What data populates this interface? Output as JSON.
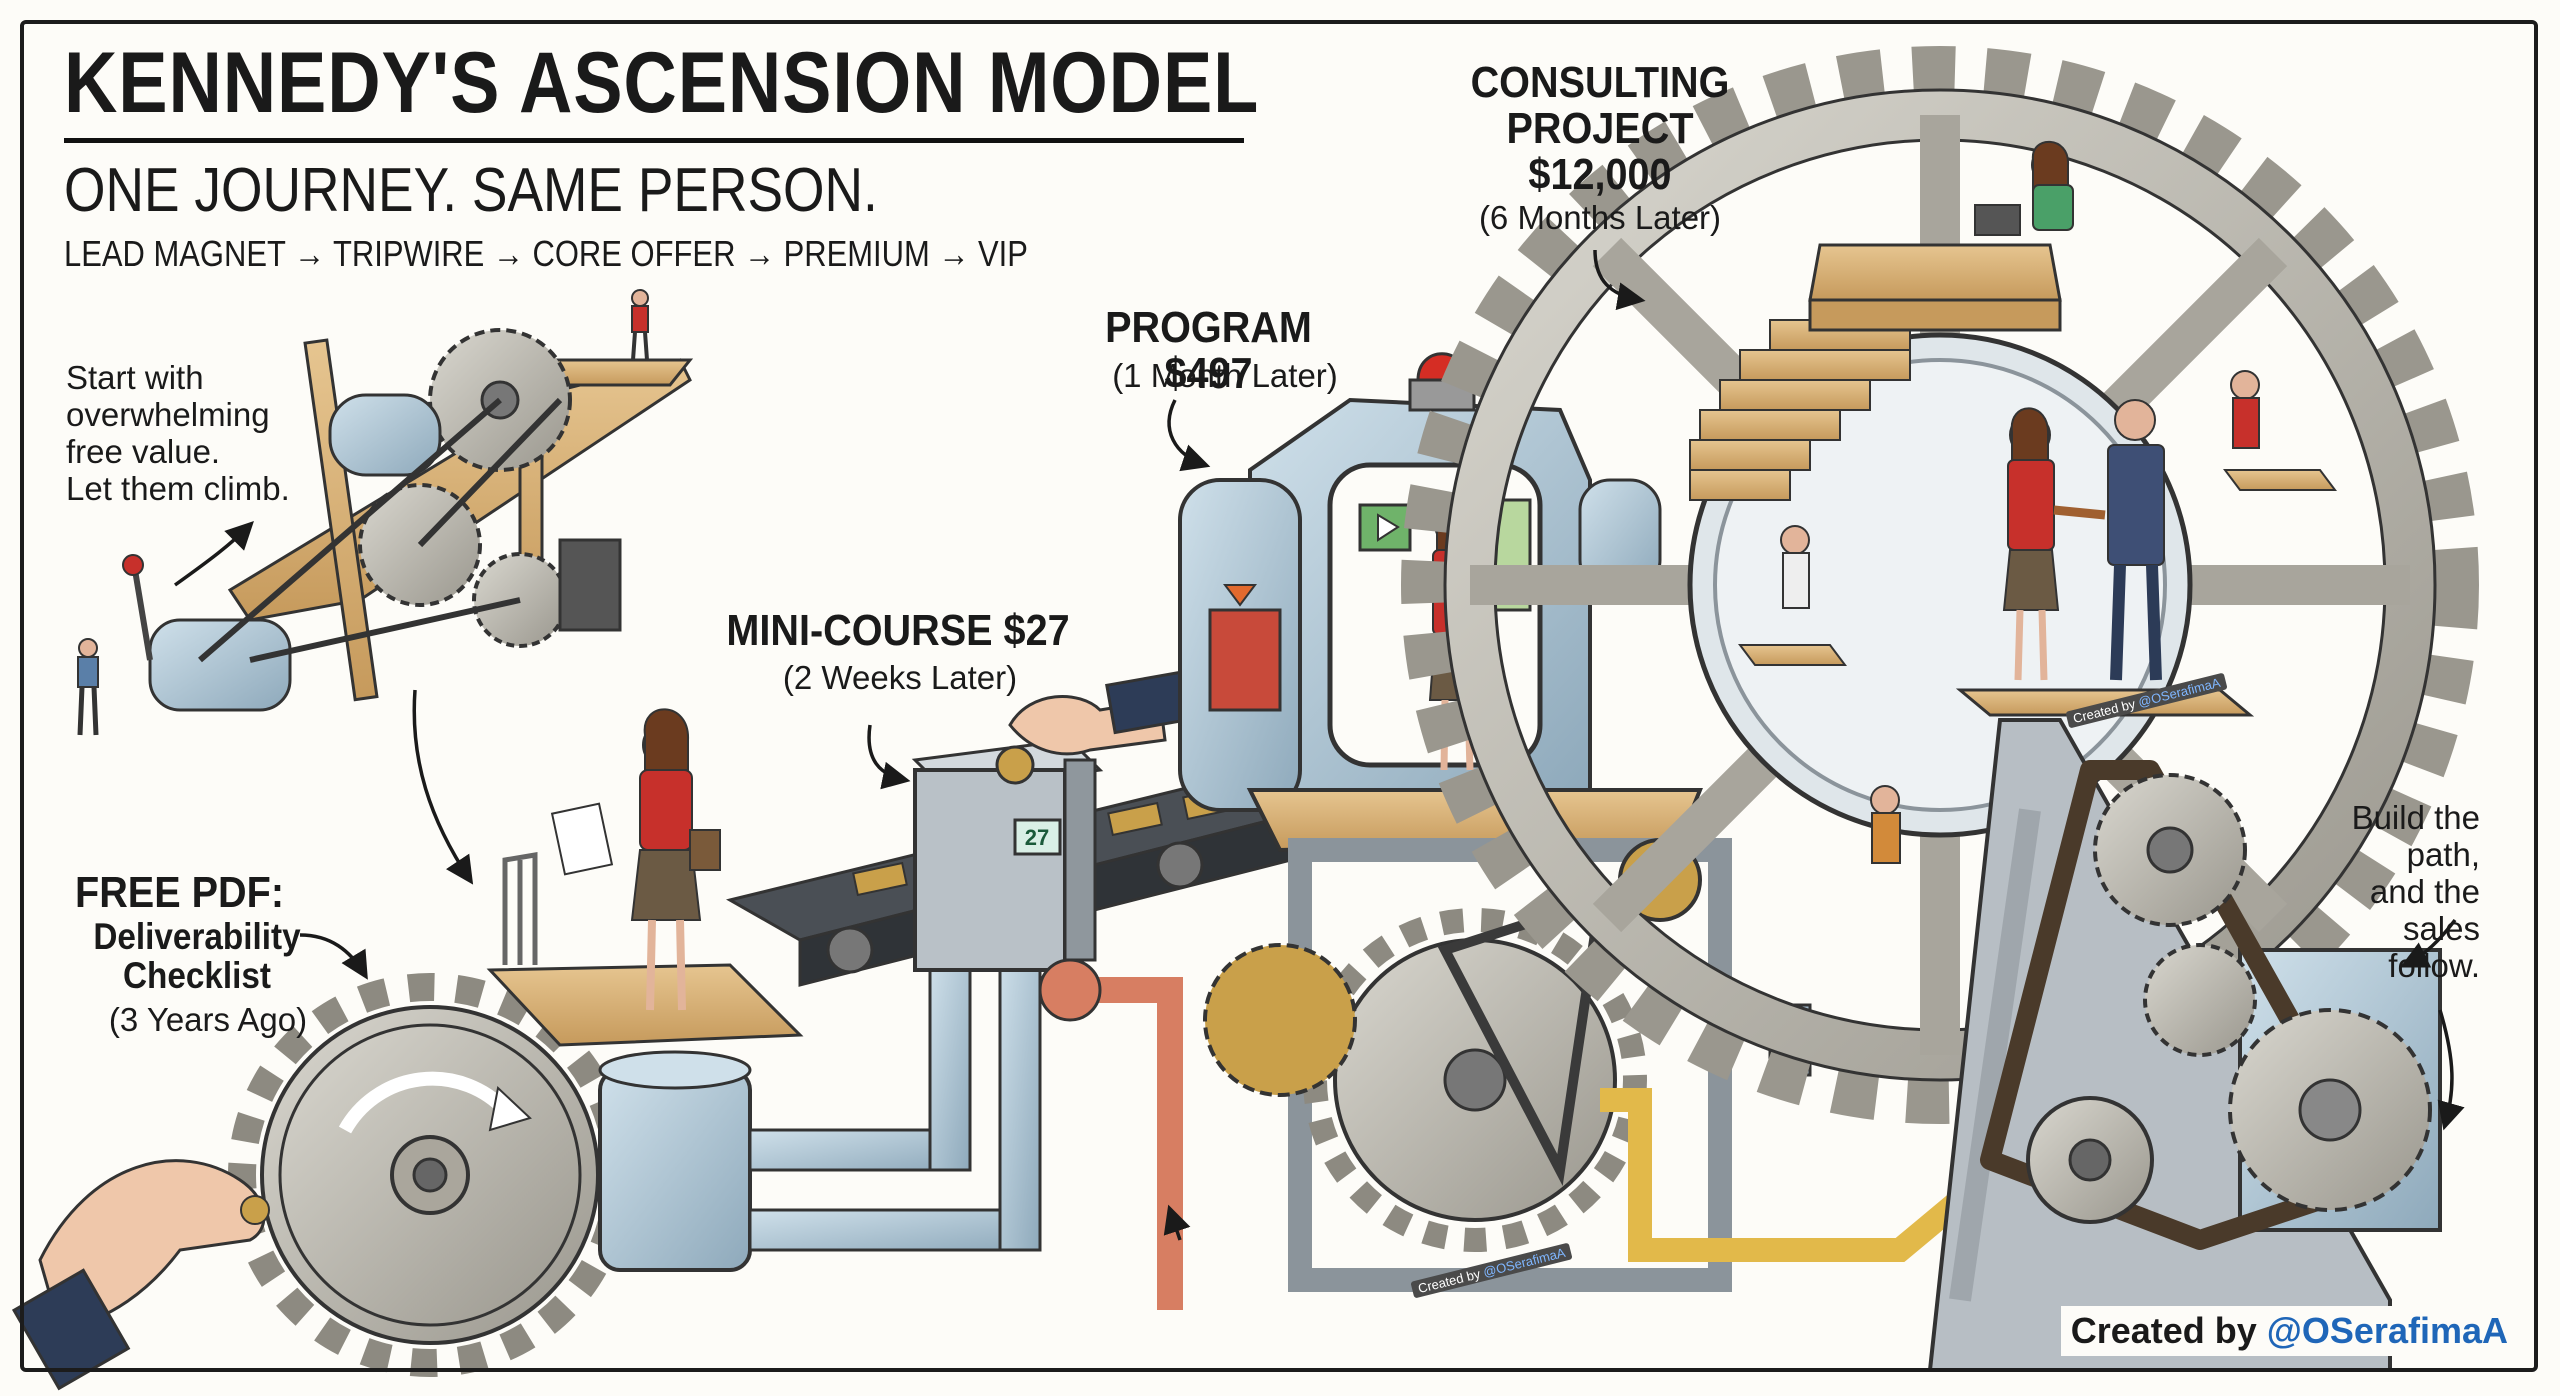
{
  "header": {
    "title": "KENNEDY'S ASCENSION MODEL",
    "subtitle": "ONE JOURNEY.  SAME PERSON.",
    "flow": "LEAD MAGNET → TRIPWIRE → CORE OFFER → PREMIUM → VIP"
  },
  "notes": {
    "start": "Start with\noverwhelming\nfree value.\nLet them climb.",
    "end": "Build the path,\nand the sales\nfollow."
  },
  "stages": {
    "free_pdf": {
      "title": "FREE PDF:",
      "name": "Deliverability\nChecklist",
      "timing": "(3 Years Ago)"
    },
    "mini_course": {
      "title": "MINI-COURSE $27",
      "timing": "(2 Weeks Later)"
    },
    "program": {
      "title": "PROGRAM $497",
      "timing": "(1 Month Later)"
    },
    "consulting": {
      "title": "CONSULTING\nPROJECT\n$12,000",
      "timing": "(6 Months Later)"
    }
  },
  "machine": {
    "slot_display": "27"
  },
  "credits": {
    "prefix": "Created by",
    "handle": "@OSerafimaA"
  },
  "icons": [
    "gear-icon",
    "coin-icon",
    "play-icon",
    "alarm-light-icon",
    "arrow-icon"
  ],
  "colors": {
    "ink": "#1a1a1a",
    "steel": "#9fb7c8",
    "gear": "#b9b6ae",
    "wood": "#d8b27a",
    "brass": "#c9a04a",
    "copper": "#d77e62",
    "red": "#c7302b",
    "handle": "#1f66b8"
  }
}
